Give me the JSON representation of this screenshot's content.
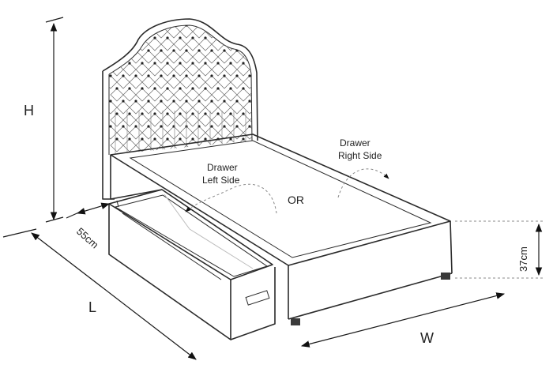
{
  "labels": {
    "height": "H",
    "length": "L",
    "width": "W",
    "drawer_depth": "55cm",
    "base_height": "37cm",
    "drawer_right_line1": "Drawer",
    "drawer_right_line2": "Right Side",
    "drawer_left_line1": "Drawer",
    "drawer_left_line2": "Left Side",
    "or": "OR"
  }
}
